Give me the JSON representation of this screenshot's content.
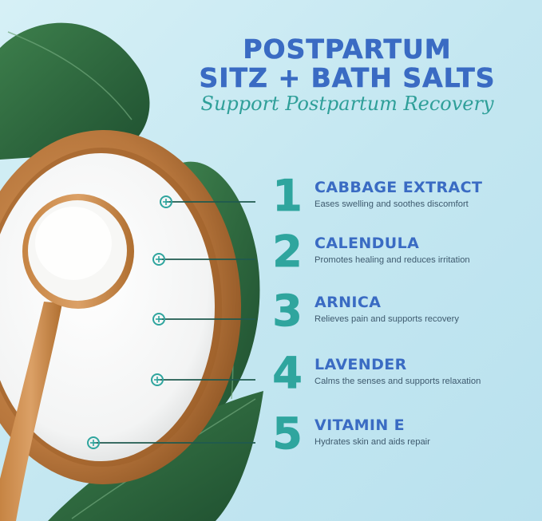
{
  "title_line1": "POSTPARTUM",
  "title_line2": "SITZ + BATH SALTS",
  "subtitle": "Support Postpartum Recovery",
  "ingredients": [
    {
      "number": "1",
      "name": "CABBAGE EXTRACT",
      "description": "Eases swelling and soothes discomfort"
    },
    {
      "number": "2",
      "name": "CALENDULA",
      "description": "Promotes healing and reduces irritation"
    },
    {
      "number": "3",
      "name": "ARNICA",
      "description": "Relieves pain and supports recovery"
    },
    {
      "number": "4",
      "name": "LAVENDER",
      "description": "Calms the senses and supports relaxation"
    },
    {
      "number": "5",
      "name": "VITAMIN E",
      "description": "Hydrates skin and aids repair"
    }
  ],
  "colors": {
    "title": "#3a6bc3",
    "accent_teal": "#2fa59e",
    "background": "#c4e7f1",
    "leaf": "#2d6a3e",
    "bowl_wood": "#b8773d"
  },
  "icons": [
    "monstera-leaf",
    "wooden-bowl",
    "wooden-spoon",
    "bath-salt",
    "callout-marker"
  ]
}
